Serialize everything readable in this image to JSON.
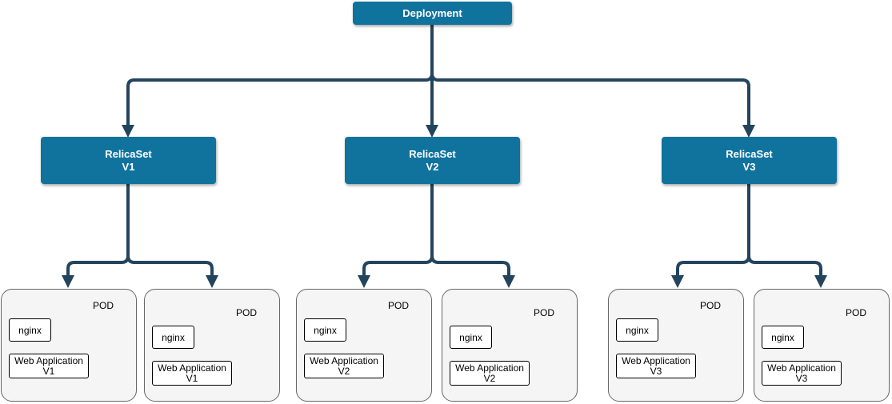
{
  "deployment": {
    "label": "Deployment"
  },
  "replicasets": [
    {
      "title": "RelicaSet",
      "version": "V1"
    },
    {
      "title": "RelicaSet",
      "version": "V2"
    },
    {
      "title": "RelicaSet",
      "version": "V3"
    }
  ],
  "pods": [
    {
      "label": "POD",
      "container": "nginx",
      "app_line1": "Web Application",
      "app_line2": "V1"
    },
    {
      "label": "POD",
      "container": "nginx",
      "app_line1": "Web Application",
      "app_line2": "V1"
    },
    {
      "label": "POD",
      "container": "nginx",
      "app_line1": "Web Application",
      "app_line2": "V2"
    },
    {
      "label": "POD",
      "container": "nginx",
      "app_line1": "Web Application",
      "app_line2": "V2"
    },
    {
      "label": "POD",
      "container": "nginx",
      "app_line1": "Web Application",
      "app_line2": "V3"
    },
    {
      "label": "POD",
      "container": "nginx",
      "app_line1": "Web Application",
      "app_line2": "V3"
    }
  ],
  "colors": {
    "box_fill": "#10739e",
    "connector": "#23445d",
    "pod_fill": "#f5f5f5",
    "pod_border": "#666666"
  }
}
